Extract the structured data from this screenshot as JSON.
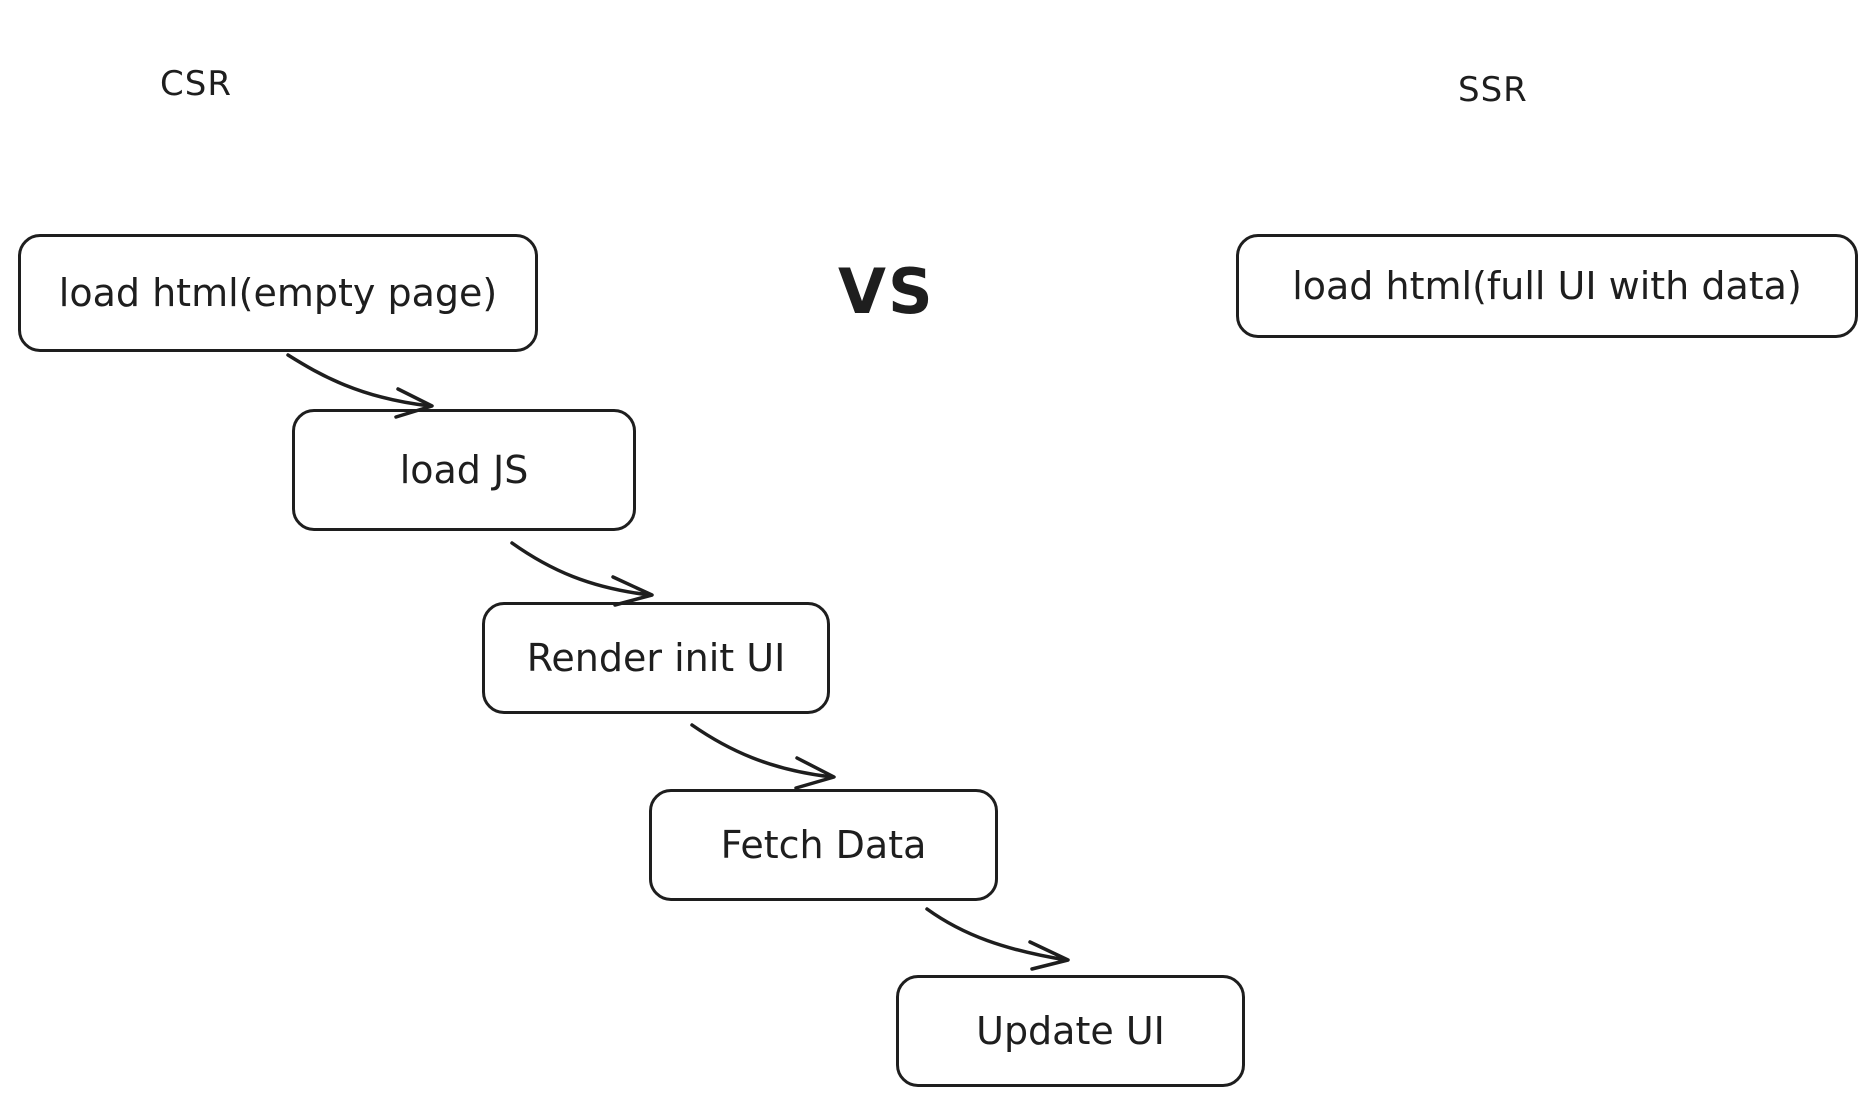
{
  "csr": {
    "heading": "CSR",
    "steps": [
      "load html(empty page)",
      "load JS",
      "Render init UI",
      "Fetch Data",
      "Update UI"
    ]
  },
  "vs_label": "VS",
  "ssr": {
    "heading": "SSR",
    "steps": [
      "load html(full UI with data)"
    ]
  }
}
